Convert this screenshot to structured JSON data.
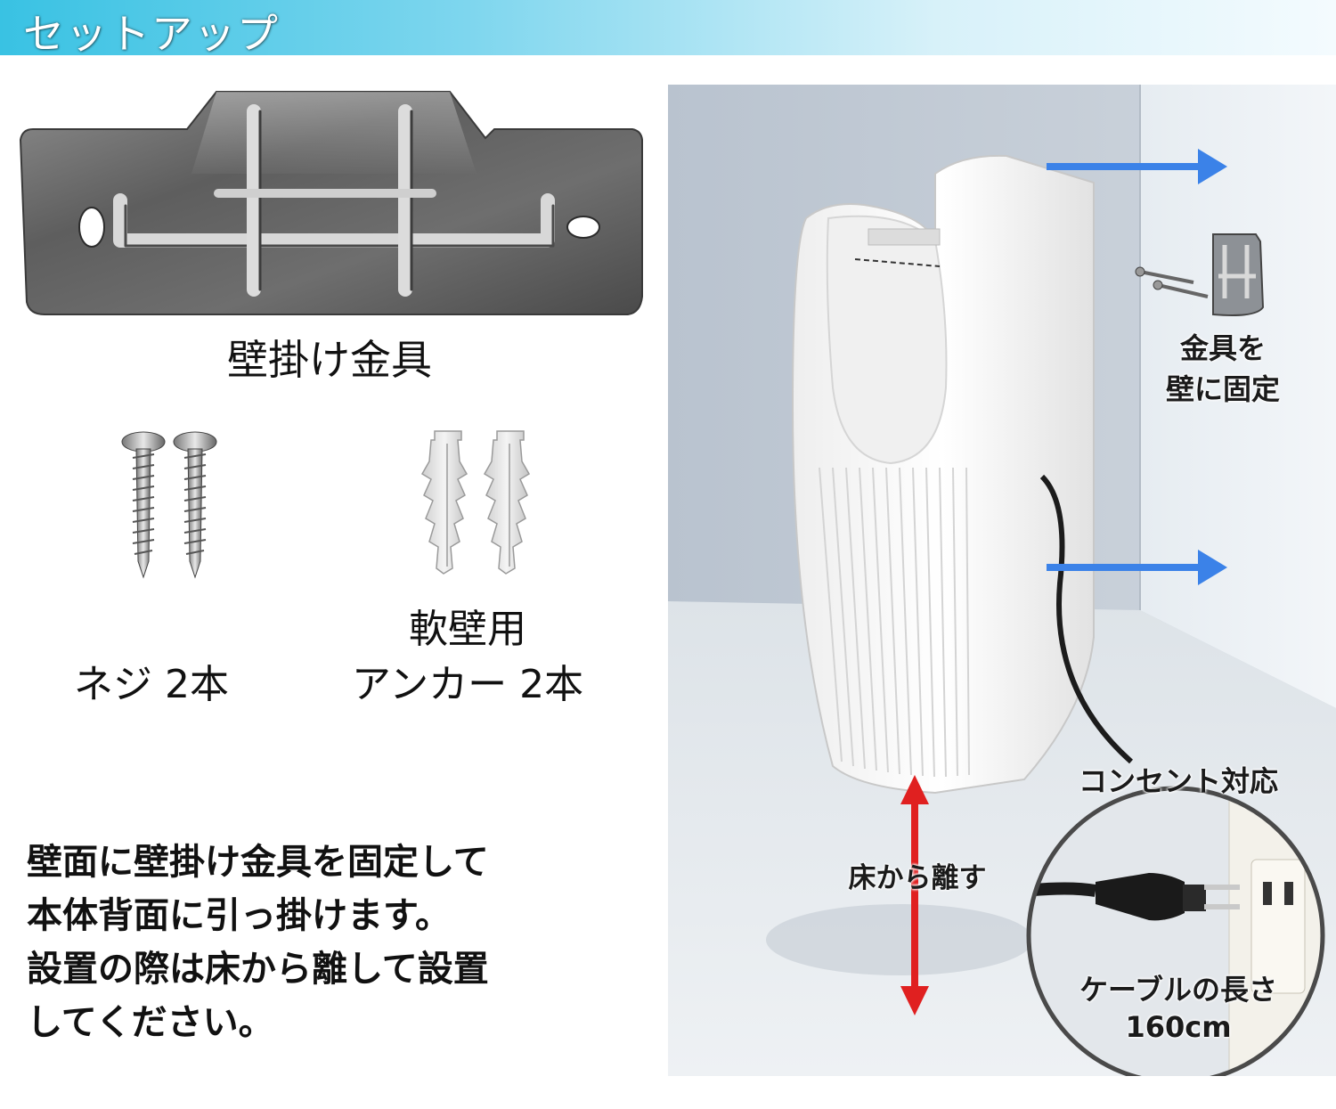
{
  "header": {
    "title": "セットアップ",
    "colors": {
      "start": "#39c2e3",
      "end": "#f4fbfe"
    }
  },
  "parts": {
    "bracket": {
      "label": "壁掛け金具",
      "icon": "wall-bracket-photo"
    },
    "screws": {
      "label": "ネジ 2本",
      "icon": "screw-photo"
    },
    "anchors": {
      "label_line1": "軟壁用",
      "label_line2": "アンカー 2本",
      "icon": "wall-anchor-photo"
    }
  },
  "description": {
    "lines": [
      "壁面に壁掛け金具を固定して",
      "本体背面に引っ掛けます。",
      "設置の際は床から離して設置",
      "してください。"
    ]
  },
  "installation": {
    "fix_label_line1": "金具を",
    "fix_label_line2": "壁に固定",
    "outlet_label": "コンセント対応",
    "floor_label": "床から離す",
    "cable_label_line1": "ケーブルの長さ",
    "cable_label_line2": "160cm",
    "colors": {
      "arrow_blue": "#3b82e8",
      "arrow_red": "#e02020"
    }
  }
}
